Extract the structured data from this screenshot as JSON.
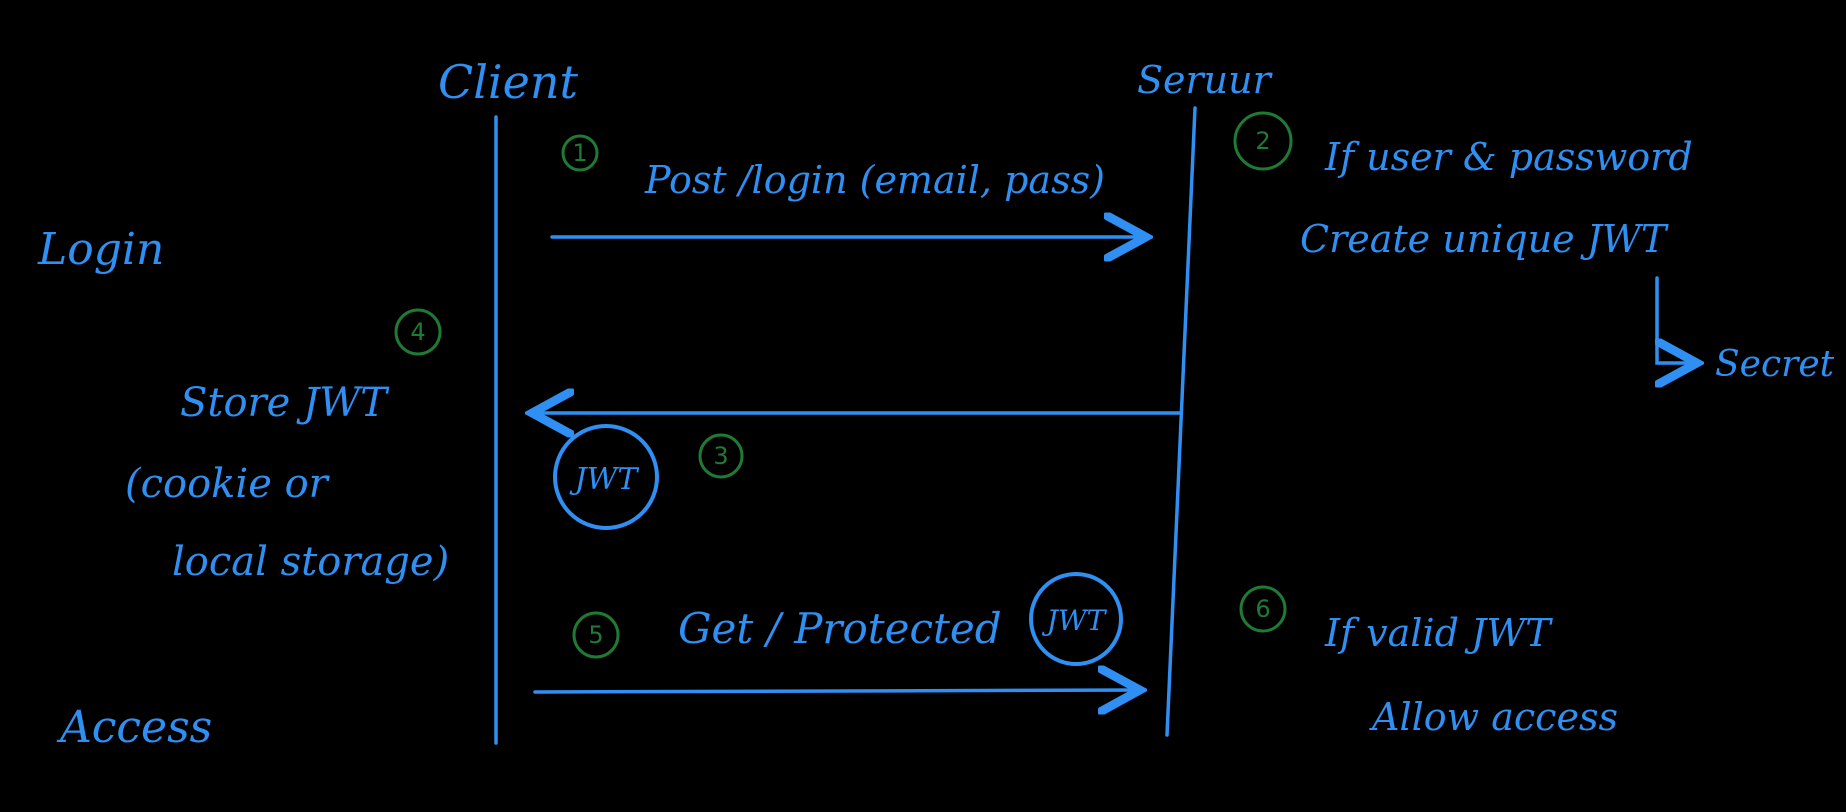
{
  "labels": {
    "client": "Client",
    "server": "Seruur",
    "login": "Login",
    "access": "Access"
  },
  "messages": {
    "login_request": "Post /login (email, pass)",
    "protected_request": "Get / Protected"
  },
  "server_notes": {
    "step2_line1": "If user & password",
    "step2_line2": "Create unique JWT",
    "secret": "Secret",
    "step6_line1": "If valid JWT",
    "step6_line2": "Allow access"
  },
  "client_notes": {
    "line1": "Store JWT",
    "line2": "(cookie or",
    "line3": "local storage)"
  },
  "tokens": {
    "response_token": "JWT",
    "request_token": "JWT"
  },
  "steps": [
    "1",
    "2",
    "3",
    "4",
    "5",
    "6"
  ],
  "colors": {
    "ink": "#2f8ff2",
    "step": "#1f7a34",
    "background": "#000000"
  }
}
